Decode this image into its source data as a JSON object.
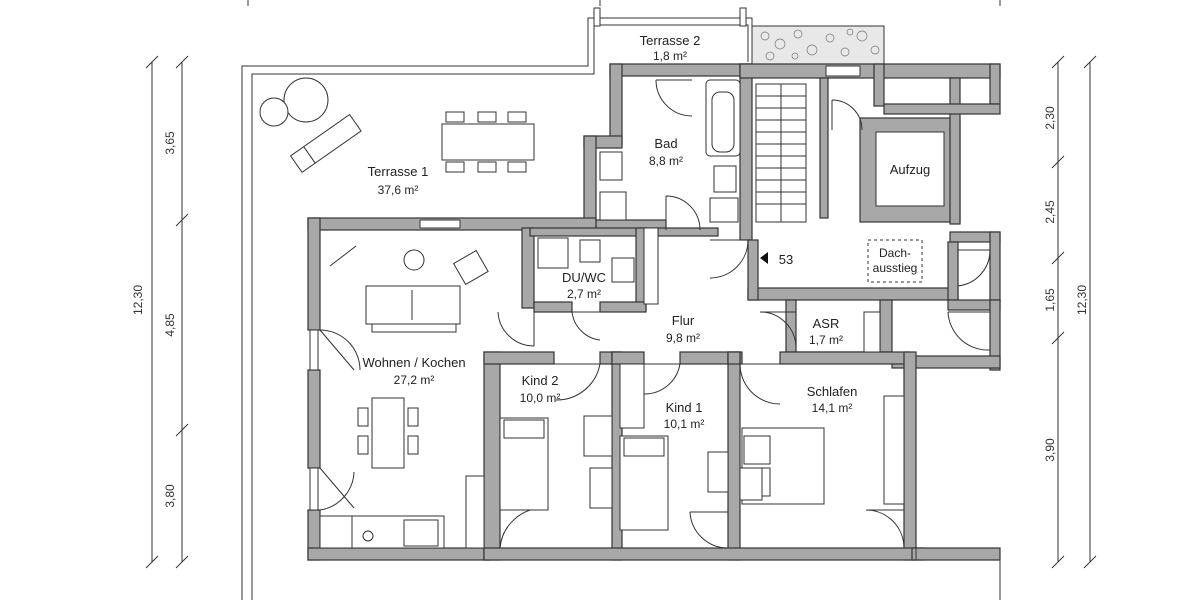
{
  "rooms": {
    "terrasse2": {
      "name": "Terrasse 2",
      "area": "1,8 m²"
    },
    "terrasse1": {
      "name": "Terrasse 1",
      "area": "37,6 m²"
    },
    "bad": {
      "name": "Bad",
      "area": "8,8 m²"
    },
    "aufzug": {
      "name": "Aufzug"
    },
    "dachausstieg": {
      "line1": "Dach-",
      "line2": "ausstieg"
    },
    "stair_number": "53",
    "duwc": {
      "name": "DU/WC",
      "area": "2,7 m²"
    },
    "flur": {
      "name": "Flur",
      "area": "9,8 m²"
    },
    "asr": {
      "name": "ASR",
      "area": "1,7 m²"
    },
    "wohnen": {
      "name": "Wohnen / Kochen",
      "area": "27,2 m²"
    },
    "kind2": {
      "name": "Kind 2",
      "area": "10,0 m²"
    },
    "kind1": {
      "name": "Kind 1",
      "area": "10,1 m²"
    },
    "schlafen": {
      "name": "Schlafen",
      "area": "14,1 m²"
    }
  },
  "dimensions": {
    "left": {
      "total": "12,30",
      "seg1": "3,65",
      "seg2": "4,85",
      "seg3": "3,80"
    },
    "right": {
      "total": "12,30",
      "seg1": "2,30",
      "seg2": "2,45",
      "seg3": "1,65",
      "seg4": "3,90"
    }
  },
  "colors": {
    "wall_fill": "#a8a8a8",
    "line": "#333333",
    "background": "#ffffff"
  }
}
